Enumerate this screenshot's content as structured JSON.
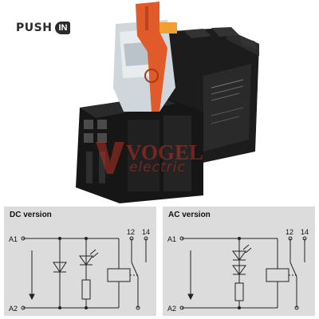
{
  "logo": {
    "word": "PUSH",
    "badge": "IN"
  },
  "watermark": {
    "line1": "VOGEL",
    "line2": "electric"
  },
  "dc_panel": {
    "title": "DC version",
    "terminal_top": "A1",
    "terminal_bottom": "A2",
    "contact_left": "12",
    "contact_right": "14"
  },
  "ac_panel": {
    "title": "AC version",
    "terminal_top": "A1",
    "terminal_bottom": "A2",
    "contact_left": "12",
    "contact_right": "14"
  }
}
